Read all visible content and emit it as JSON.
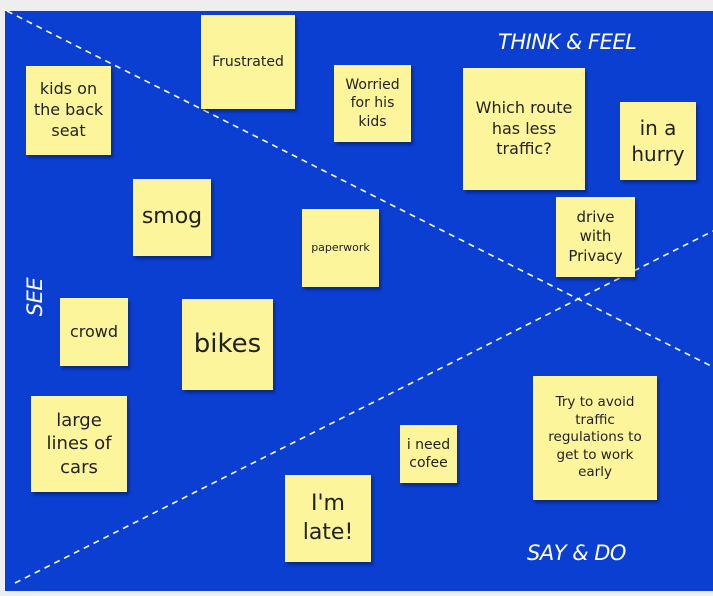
{
  "board": {
    "background": "#0a3fd2",
    "note_color": "#fdf59c",
    "labels": {
      "think_feel": "THINK & FEEL",
      "see": "SEE",
      "say_do": "SAY & DO"
    }
  },
  "notes": {
    "kids_back_seat": "kids on the back seat",
    "frustrated": "Frustrated",
    "worried_kids": "Worried for his kids",
    "which_route": "Which route has less traffic?",
    "in_a_hurry": "in a hurry",
    "smog": "smog",
    "paperwork": "paperwork",
    "drive_privacy": "drive with Privacy",
    "crowd": "crowd",
    "bikes": "bikes",
    "large_lines": "large lines of cars",
    "i_need_cofee": "i need cofee",
    "avoid_regulations": "Try to avoid traffic regulations to get to work early",
    "im_late": "I'm late!"
  }
}
